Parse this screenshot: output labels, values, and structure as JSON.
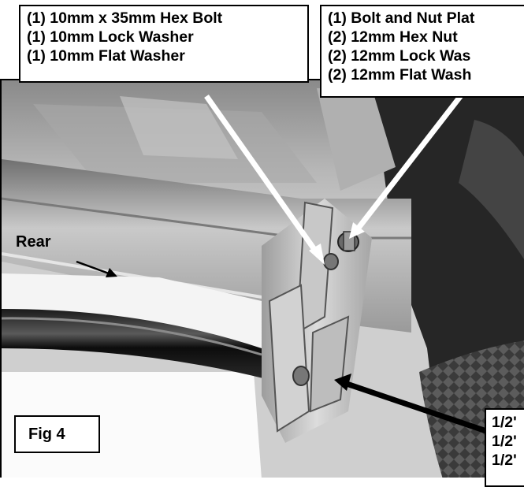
{
  "callouts": {
    "top_left": [
      "(1) 10mm x 35mm Hex Bolt",
      "(1) 10mm Lock Washer",
      "(1) 10mm Flat Washer"
    ],
    "top_right": [
      "(1) Bolt and Nut Plat",
      "(2) 12mm Hex Nut",
      "(2) 12mm Lock Was",
      "(2) 12mm Flat Wash"
    ],
    "bottom_right": [
      "1/2'",
      "1/2'",
      "1/2'"
    ]
  },
  "labels": {
    "rear": "Rear",
    "figure": "Fig 4"
  },
  "colors": {
    "arrow_white": "#ffffff",
    "arrow_black": "#000000",
    "text": "#000000"
  }
}
